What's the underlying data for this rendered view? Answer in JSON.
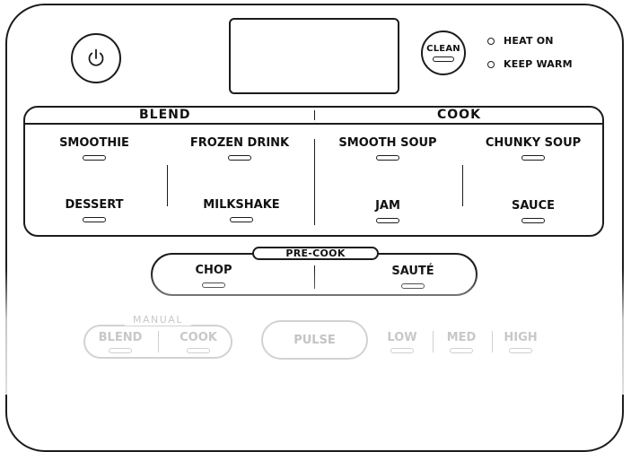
{
  "controls": {
    "clean_label": "CLEAN",
    "indicators": [
      {
        "label": "HEAT ON"
      },
      {
        "label": "KEEP WARM"
      }
    ]
  },
  "modes": {
    "blend_header": "BLEND",
    "cook_header": "COOK",
    "blend": [
      "SMOOTHIE",
      "FROZEN DRINK",
      "DESSERT",
      "MILKSHAKE"
    ],
    "cook": [
      "SMOOTH SOUP",
      "CHUNKY SOUP",
      "JAM",
      "SAUCE"
    ]
  },
  "precook": {
    "label": "PRE-COOK",
    "items": [
      "CHOP",
      "SAUTÉ"
    ]
  },
  "manual": {
    "label": "MANUAL",
    "items": [
      "BLEND",
      "COOK"
    ],
    "pulse": "PULSE",
    "speeds": [
      "LOW",
      "MED",
      "HIGH"
    ]
  },
  "colors": {
    "ink": "#1c1c1c",
    "faded": "#c8c8c8",
    "background": "#ffffff"
  },
  "icons": {
    "power": "power-icon"
  }
}
